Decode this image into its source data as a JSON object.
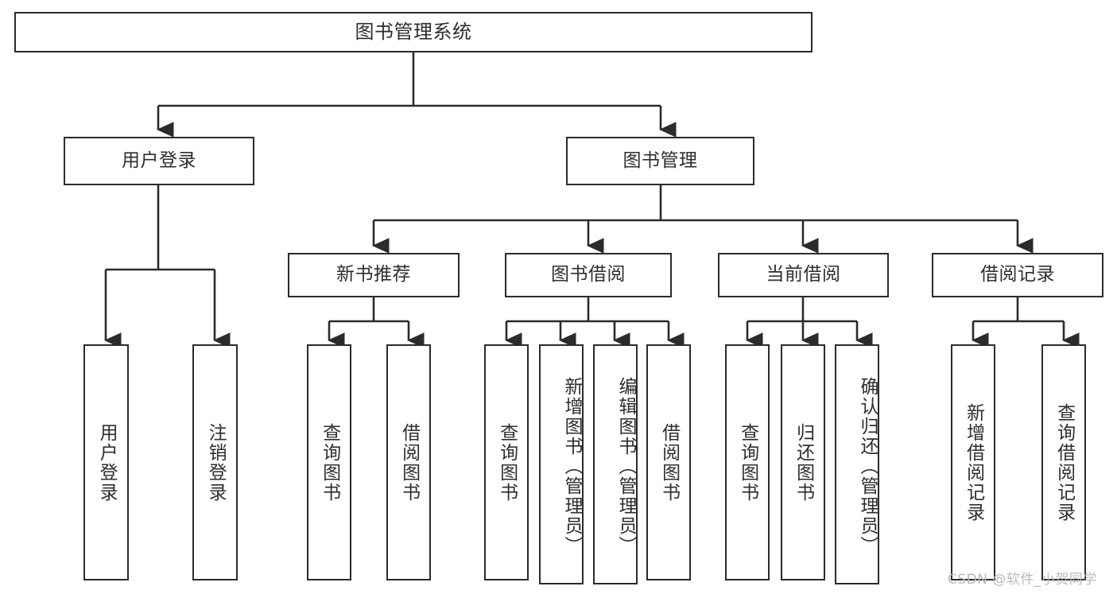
{
  "diagram": {
    "title": "图书管理系统",
    "type": "hierarchy-tree",
    "background_color": "#ffffff",
    "line_color": "#2b2b2b",
    "text_color": "#2e2e2e",
    "root": {
      "label": "图书管理系统"
    },
    "level2": [
      {
        "label": "用户登录"
      },
      {
        "label": "图书管理"
      }
    ],
    "level3": [
      {
        "label": "新书推荐"
      },
      {
        "label": "图书借阅"
      },
      {
        "label": "当前借阅"
      },
      {
        "label": "借阅记录"
      }
    ],
    "leaves": {
      "user_login": [
        {
          "label": "用户登录"
        },
        {
          "label": "注销登录"
        }
      ],
      "new_book_recommend": [
        {
          "label": "查询图书"
        },
        {
          "label": "借阅图书"
        }
      ],
      "book_borrow": [
        {
          "label": "查询图书"
        },
        {
          "label": "新增图书（管理员）"
        },
        {
          "label": "编辑图书（管理员）"
        },
        {
          "label": "借阅图书"
        }
      ],
      "current_borrow": [
        {
          "label": "查询图书"
        },
        {
          "label": "归还图书"
        },
        {
          "label": "确认归还（管理员）"
        }
      ],
      "borrow_records": [
        {
          "label": "新增借阅记录"
        },
        {
          "label": "查询借阅记录"
        }
      ]
    },
    "watermark": "CSDN @软件_小贺同学"
  }
}
